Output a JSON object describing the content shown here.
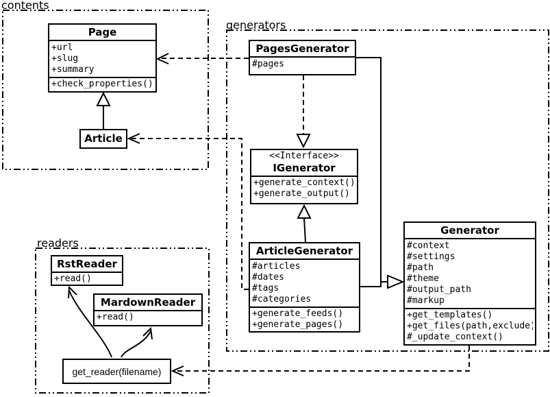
{
  "colors": {
    "line": "#000000",
    "background": "#ffffff",
    "box_fill": "#ffffff"
  },
  "packages": {
    "contents": {
      "label": "contents"
    },
    "generators": {
      "label": "generators"
    },
    "readers": {
      "label": "readers"
    }
  },
  "classes": {
    "page": {
      "name": "Page",
      "attributes": [
        "+url",
        "+slug",
        "+summary"
      ],
      "methods": [
        "+check_properties()"
      ]
    },
    "article": {
      "name": "Article"
    },
    "pages_generator": {
      "name": "PagesGenerator",
      "attributes": [
        "#pages"
      ]
    },
    "igenerator": {
      "stereotype": "<<Interface>>",
      "name": "IGenerator",
      "methods": [
        "+generate_context()",
        "+generate_output()"
      ]
    },
    "article_generator": {
      "name": "ArticleGenerator",
      "attributes": [
        "#articles",
        "#dates",
        "#tags",
        "#categories"
      ],
      "methods": [
        "+generate_feeds()",
        "+generate_pages()"
      ]
    },
    "generator": {
      "name": "Generator",
      "attributes": [
        "#context",
        "#settings",
        "#path",
        "#theme",
        "#output_path",
        "#markup"
      ],
      "methods": [
        "+get_templates()",
        "+get_files(path,exclude)",
        "#_update_context()"
      ]
    },
    "rst_reader": {
      "name": "RstReader",
      "methods": [
        "+read()"
      ]
    },
    "mardown_reader": {
      "name": "MardownReader",
      "methods": [
        "+read()"
      ]
    },
    "get_reader": {
      "label": "get_reader(filename)"
    }
  },
  "relationships": [
    {
      "from": "Article",
      "to": "Page",
      "type": "inheritance-solid"
    },
    {
      "from": "PagesGenerator",
      "to": "Page",
      "type": "dependency-dashed"
    },
    {
      "from": "ArticleGenerator",
      "to": "Article",
      "type": "dependency-dashed"
    },
    {
      "from": "PagesGenerator",
      "to": "IGenerator",
      "type": "realization-dashed"
    },
    {
      "from": "ArticleGenerator",
      "to": "IGenerator",
      "type": "inheritance-solid"
    },
    {
      "from": "PagesGenerator",
      "to": "Generator",
      "type": "inheritance-solid"
    },
    {
      "from": "ArticleGenerator",
      "to": "Generator",
      "type": "inheritance-solid"
    },
    {
      "from": "Generator",
      "to": "get_reader(filename)",
      "type": "dependency-dashed"
    },
    {
      "from": "get_reader(filename)",
      "to": "RstReader",
      "type": "arrow-curved"
    },
    {
      "from": "get_reader(filename)",
      "to": "MardownReader",
      "type": "arrow-curved"
    }
  ]
}
